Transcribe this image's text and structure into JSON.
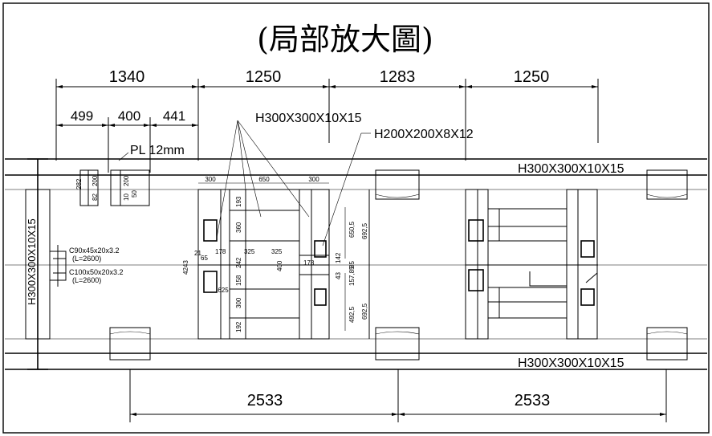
{
  "title": "(局部放大圖)",
  "top_dims": [
    "1340",
    "1250",
    "1283",
    "1250"
  ],
  "sub_dims": [
    "499",
    "400",
    "441"
  ],
  "bottom_dims": [
    "2533",
    "2533"
  ],
  "labels": {
    "beam_main_center": "H300X300X10X15",
    "beam_small": "H200X200X8X12",
    "plate": "PL 12mm",
    "beam_top_right": "H300X300X10X15",
    "beam_bottom_right": "H300X300X10X15",
    "column_vertical": "H300X300X10X15",
    "channel1": "C90x45x20x3.2",
    "channel1_len": "(L=2600)",
    "channel2": "C100x50x20x3.2",
    "channel2_len": "(L=2600)"
  },
  "small_dims": {
    "d282": "282",
    "d200a": "200",
    "d82": "82",
    "d200b": "200",
    "d10": "10",
    "d50": "50",
    "d300a": "300",
    "d650": "650",
    "d300b": "300",
    "d193": "193",
    "d360": "360",
    "d21": "21",
    "d178a": "178",
    "d325a": "325",
    "d325b": "325",
    "d65": "65",
    "d242": "242",
    "d400": "400",
    "d4243": "4243",
    "d158": "158",
    "d625": "625",
    "d300c": "300",
    "d192": "192",
    "d178b": "178",
    "d142": "142",
    "d85": "85",
    "d43": "43",
    "d15785": "157,85",
    "d650_5": "650,5",
    "d692_5a": "692,5",
    "d492_5": "492,5",
    "d692_5b": "692,5"
  }
}
